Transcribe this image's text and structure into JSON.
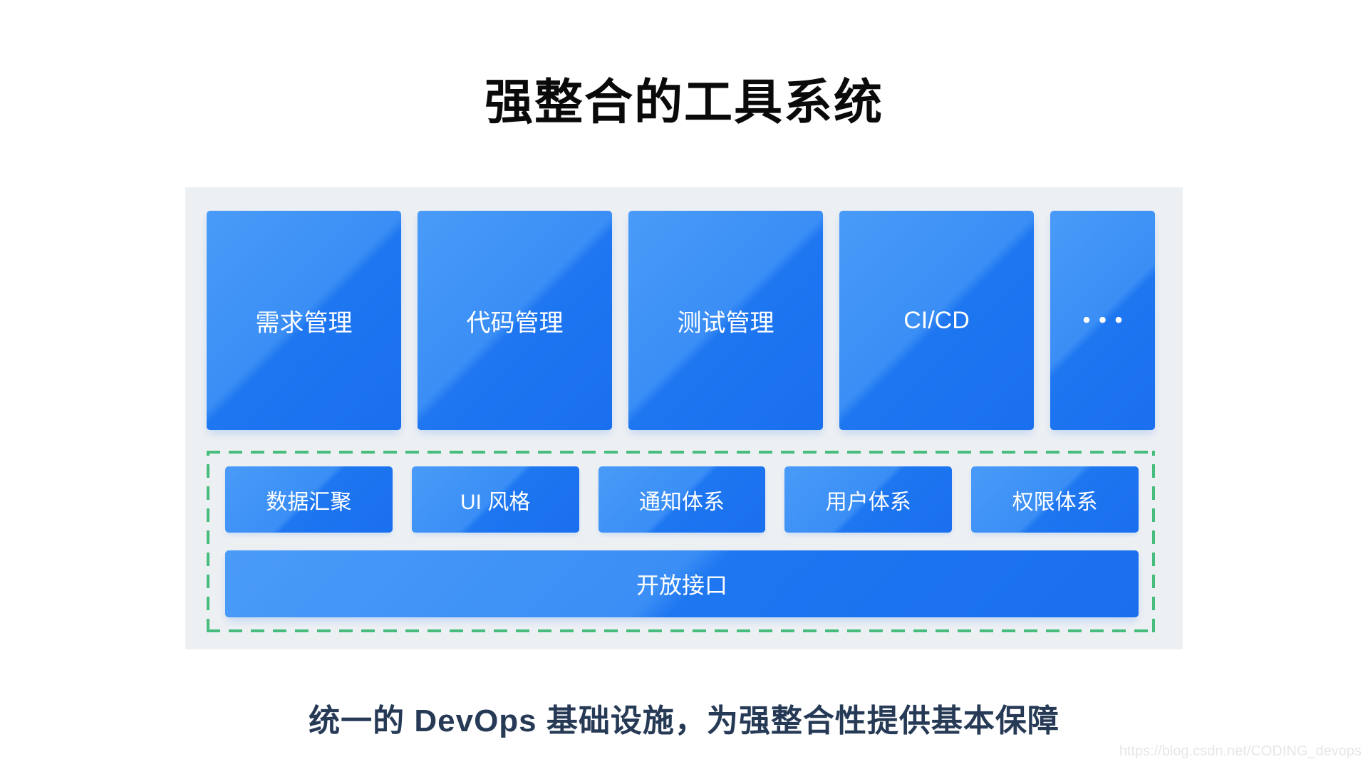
{
  "header": {
    "title": "强整合的工具系统"
  },
  "diagram": {
    "tools": [
      {
        "label": "需求管理"
      },
      {
        "label": "代码管理"
      },
      {
        "label": "测试管理"
      },
      {
        "label": "CI/CD"
      },
      {
        "label": "•••"
      }
    ],
    "services": [
      {
        "label": "数据汇聚"
      },
      {
        "label": "UI 风格"
      },
      {
        "label": "通知体系"
      },
      {
        "label": "用户体系"
      },
      {
        "label": "权限体系"
      }
    ],
    "open_api": {
      "label": "开放接口"
    }
  },
  "footer": {
    "caption": "统一的 DevOps 基础设施，为强整合性提供基本保障",
    "watermark": "https://blog.csdn.net/CODING_devops"
  },
  "colors": {
    "box_gradient_start": "#4a9bf8",
    "box_gradient_end": "#1a6fee",
    "panel_background": "#edf0f3",
    "dashed_border_green": "#46bd7d",
    "caption_text": "#263a56",
    "title_text": "#0a0a0a",
    "box_text": "#ffffff"
  }
}
